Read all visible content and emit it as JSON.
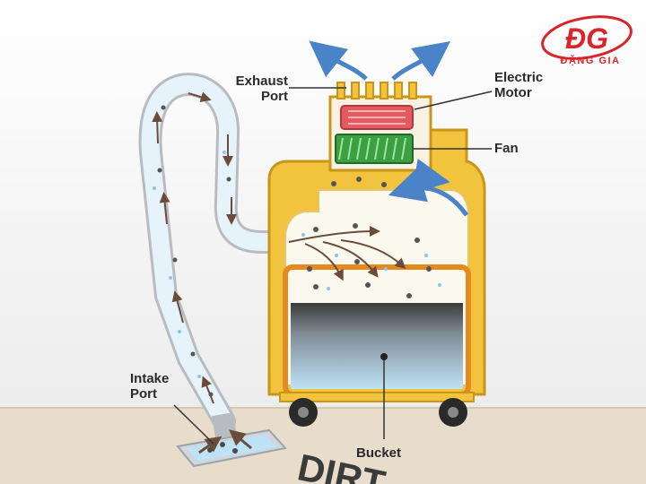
{
  "labels": {
    "exhaust_line1": "Exhaust",
    "exhaust_line2": "Port",
    "motor_line1": "Electric",
    "motor_line2": "Motor",
    "fan": "Fan",
    "intake_line1": "Intake",
    "intake_line2": "Port",
    "bucket": "Bucket",
    "floor_text": "DIRT"
  },
  "logo": {
    "mark": "ĐG",
    "name": "ĐẶNG GIA"
  },
  "colors": {
    "body": "#f2c33d",
    "bucket_rim": "#e58a1f",
    "motor": "#e55a5f",
    "fan": "#3aa041",
    "airflow": "#4a83c8",
    "brand": "#d9242b"
  }
}
